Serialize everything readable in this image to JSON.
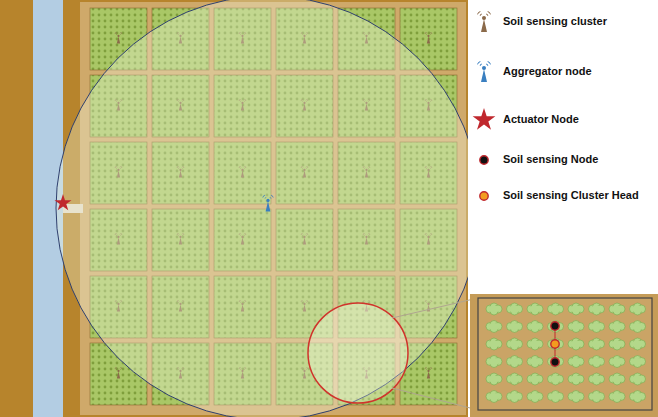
{
  "diagram": {
    "legend": [
      {
        "text": "Soil sensing cluster"
      },
      {
        "text": "Aggregator node"
      },
      {
        "text": "Actuator Node"
      },
      {
        "text": "Soil sensing Node"
      },
      {
        "text": "Soil sensing Cluster Head"
      }
    ]
  }
}
